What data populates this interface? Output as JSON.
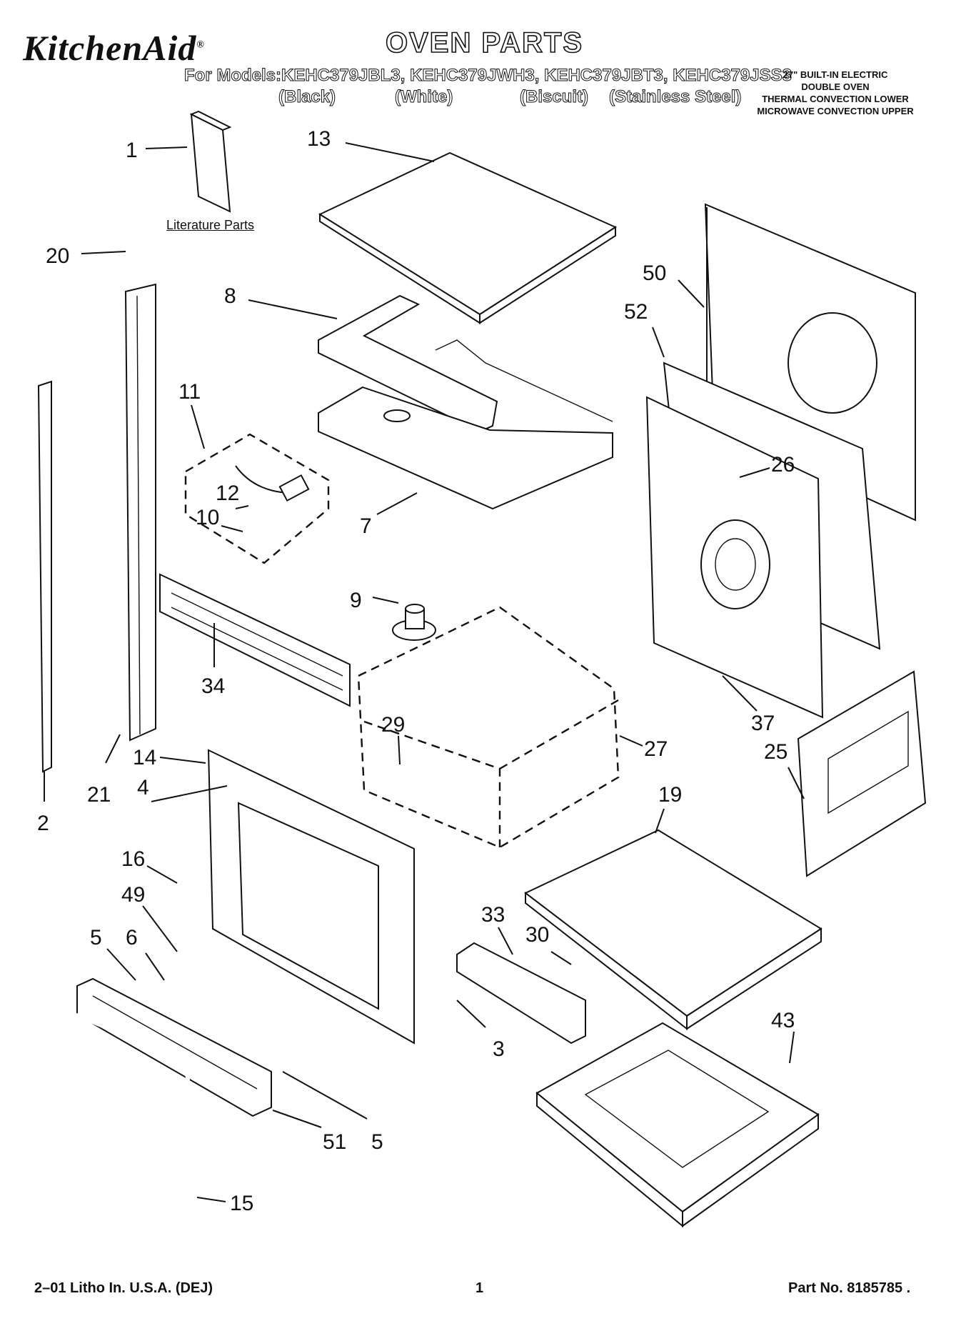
{
  "header": {
    "brand": "KitchenAid",
    "brand_mark": "®",
    "title": "OVEN PARTS",
    "models_line": "For Models:KEHC379JBL3, KEHC379JWH3, KEHC379JBT3, KEHC379JSS3",
    "variants": [
      "(Black)",
      "(White)",
      "(Biscuit)",
      "(Stainless Steel)"
    ],
    "description": [
      "27\" BUILT-IN ELECTRIC",
      "DOUBLE OVEN",
      "THERMAL CONVECTION LOWER",
      "MICROWAVE CONVECTION UPPER"
    ]
  },
  "literature_label": "Literature Parts",
  "callouts": [
    "1",
    "13",
    "20",
    "8",
    "50",
    "52",
    "11",
    "12",
    "10",
    "7",
    "26",
    "9",
    "34",
    "29",
    "27",
    "37",
    "14",
    "4",
    "21",
    "2",
    "25",
    "19",
    "16",
    "49",
    "5",
    "6",
    "33",
    "30",
    "3",
    "43",
    "51",
    "5",
    "15"
  ],
  "footer": {
    "left": "2–01 Litho In. U.S.A. (DEJ)",
    "center": "1",
    "right": "Part No. 8185785 ."
  }
}
